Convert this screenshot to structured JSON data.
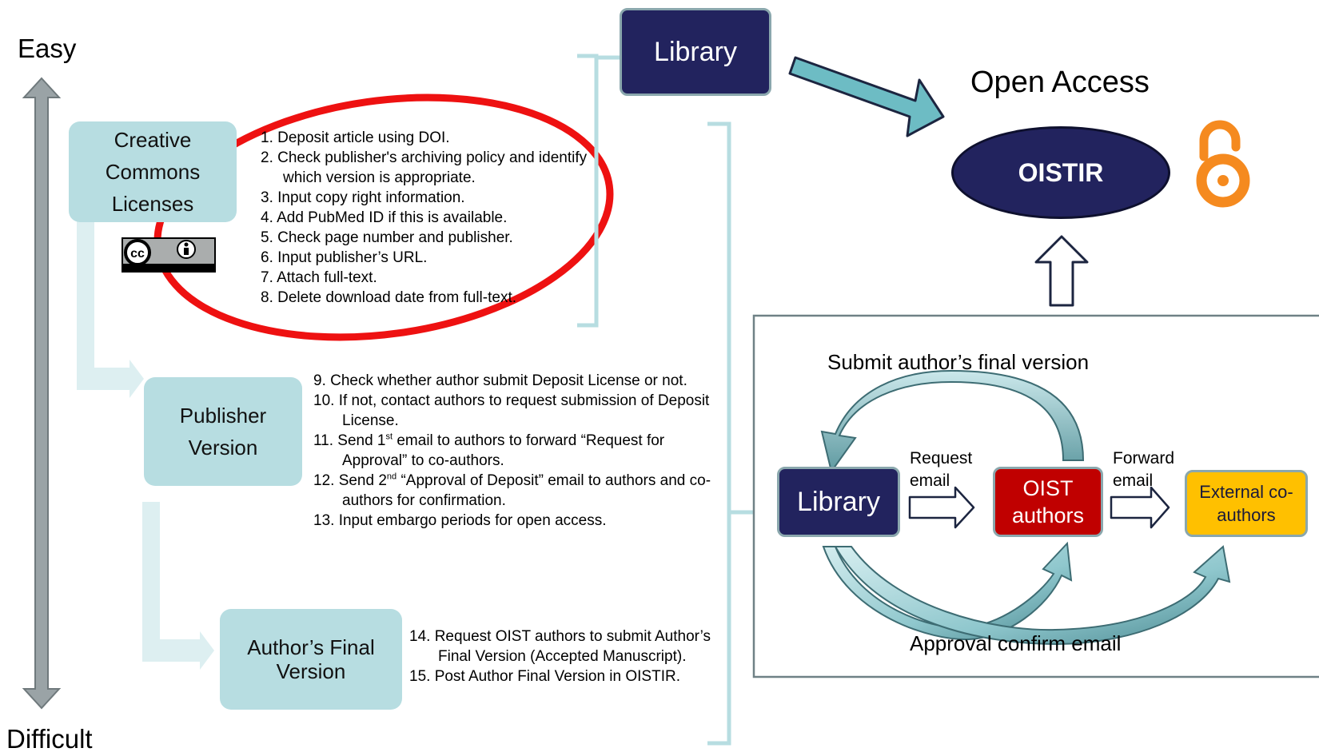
{
  "axis": {
    "top_label": "Easy",
    "bottom_label": "Difficult"
  },
  "levels": [
    {
      "label": "Creative Commons Licenses"
    },
    {
      "label": "Publisher Version"
    },
    {
      "label": "Author’s  Final Version"
    }
  ],
  "cc_badge": {
    "text": "BY"
  },
  "steps_cc": [
    "1. Deposit article using DOI.",
    "2. Check publisher's archiving policy and identify which version is appropriate.",
    "3. Input copy right information.",
    "4. Add PubMed ID if this is available.",
    "5. Check page number and publisher.",
    "6. Input publisher’s URL.",
    "7. Attach full-text.",
    "8. Delete download date from full-text."
  ],
  "steps_publisher": [
    "9. Check whether author submit Deposit License or not.",
    "10. If not, contact authors to request submission of Deposit  License.",
    "11. Send 1st email to authors to forward “Request for Approval” to co-authors.",
    "12. Send 2nd “Approval of Deposit” email to authors and co-authors for confirmation.",
    "13. Input embargo periods for open access."
  ],
  "steps_author": [
    "14. Request OIST authors to submit Author’s Final Version (Accepted Manuscript).",
    "15. Post Author Final Version in OISTIR."
  ],
  "library_top": "Library",
  "open_access": "Open Access",
  "oistir": "OISTIR",
  "workflow": {
    "submit_label": "Submit author’s final version",
    "library": "Library",
    "request_label": "Request email",
    "oist_authors": "OIST authors",
    "forward_label": "Forward email",
    "external": "External co-authors",
    "approval_label": "Approval confirm email"
  },
  "colors": {
    "teal_box": "#b7dde1",
    "navy": "#22235e",
    "red_ring": "#ee1111",
    "oa_orange": "#f58a1f",
    "oist_red": "#c00000",
    "external_yellow": "#ffc000",
    "arrow_teal": "#6dbcc4"
  }
}
